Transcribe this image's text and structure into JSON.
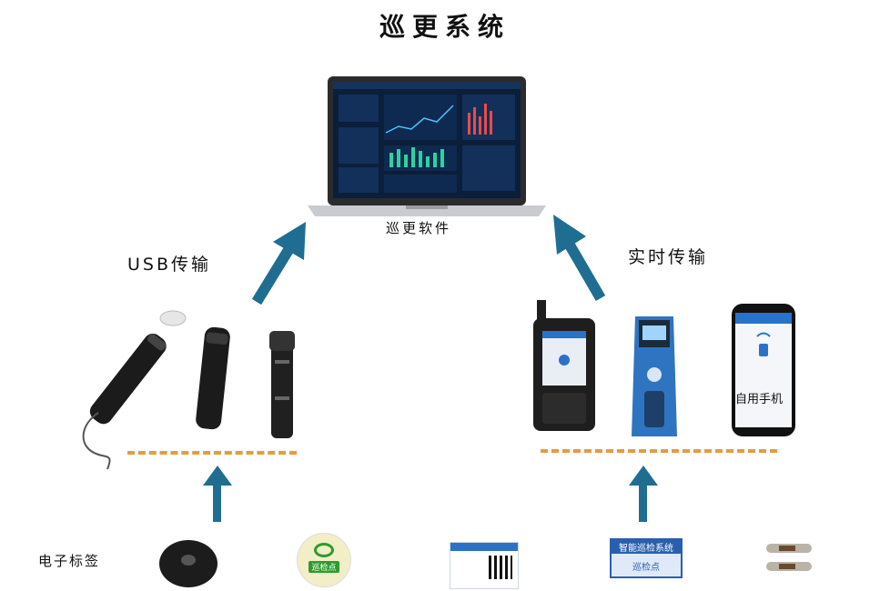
{
  "title": "巡更系统",
  "laptop_caption": "巡更软件",
  "left_transfer_label": "USB传输",
  "right_transfer_label": "实时传输",
  "phone_label": "自用手机",
  "tags_label": "电子标签",
  "tag_badge_1": "巡检点",
  "tag_badge_2": "智能巡检系统",
  "tag_badge_2_sub": "巡检点",
  "colors": {
    "arrow": "#1f6e92",
    "dash": "#e89a3c",
    "screen": "#0b1e3a"
  }
}
